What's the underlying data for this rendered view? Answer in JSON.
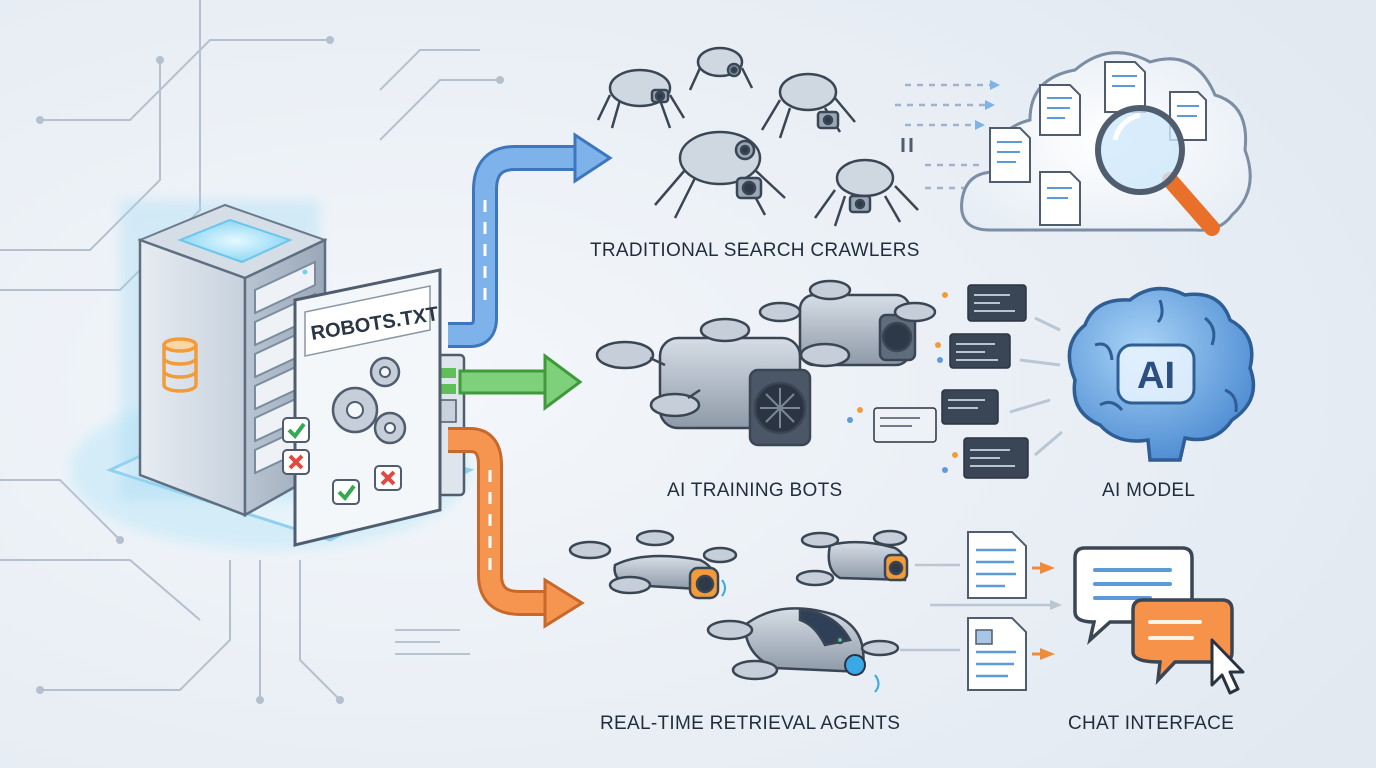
{
  "robots_sign": "ROBOTS.TXT",
  "brain_badge": "AI",
  "labels": {
    "search_crawlers": "TRADITIONAL SEARCH CRAWLERS",
    "training_bots": "AI TRAINING BOTS",
    "ai_model": "AI MODEL",
    "retrieval_agents": "REAL-TIME RETRIEVAL AGENTS",
    "chat_interface": "CHAT INTERFACE"
  },
  "colors": {
    "background": "#e9eef4",
    "arrow_blue": "#5b9be0",
    "arrow_green": "#5fc05a",
    "arrow_orange": "#f08b3c",
    "server_glow": "#8fd8f5",
    "database_orange": "#f39b3b",
    "allow_green": "#35a853",
    "deny_red": "#e04a42",
    "brain_blue": "#4f90d8",
    "chat_orange": "#f6924a"
  },
  "icons": [
    "server-icon",
    "database-icon",
    "gear-icon",
    "check-icon",
    "cross-icon",
    "spider-bot-icon",
    "drone-bot-icon",
    "document-icon",
    "magnifier-icon",
    "cloud-icon",
    "code-card-icon",
    "brain-icon",
    "chat-bubble-icon",
    "cursor-icon"
  ]
}
